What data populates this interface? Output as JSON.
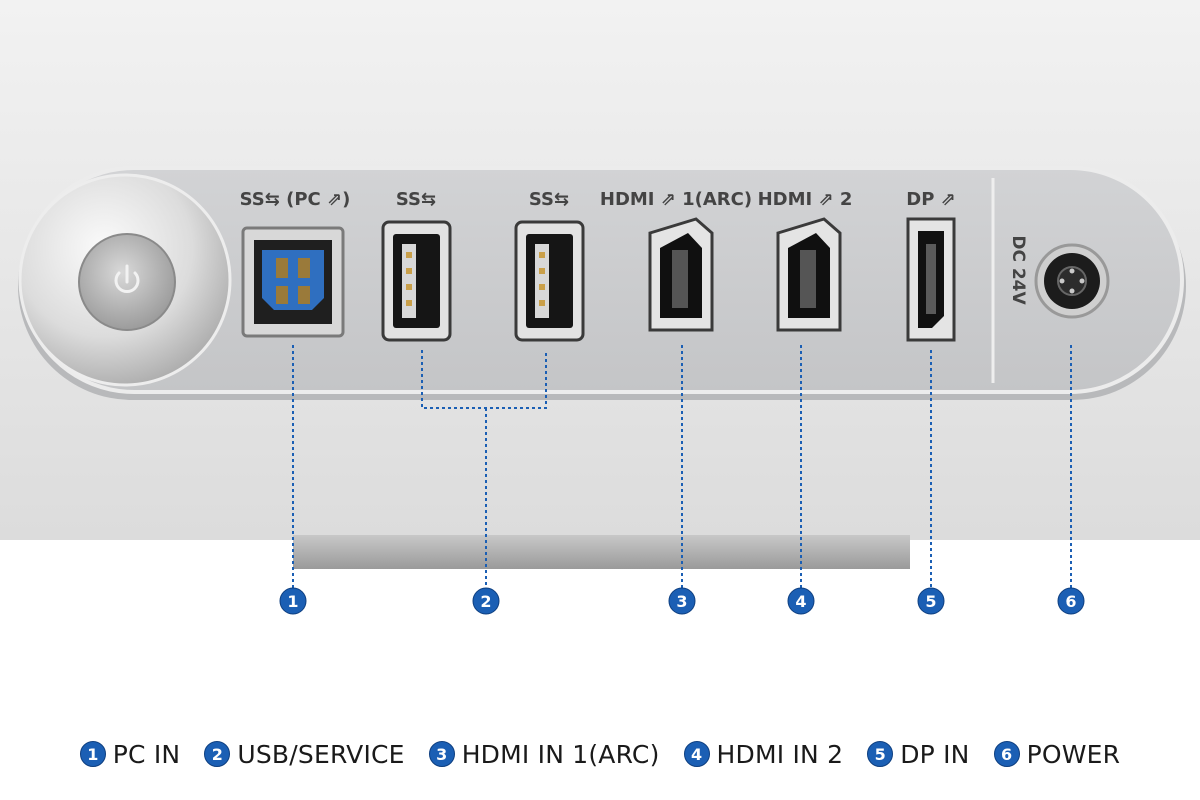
{
  "port_labels": {
    "usb_b": "SS⇆ (PC ⇗)",
    "usb_a1": "SS⇆",
    "usb_a2": "SS⇆",
    "hdmi1": "HDMI ⇗ 1(ARC)",
    "hdmi2": "HDMI ⇗ 2",
    "dp": "DP ⇗",
    "dc": "DC 24V"
  },
  "callouts": [
    "1",
    "2",
    "3",
    "4",
    "5",
    "6"
  ],
  "legend": [
    {
      "num": "1",
      "label": "PC IN"
    },
    {
      "num": "2",
      "label": "USB/SERVICE"
    },
    {
      "num": "3",
      "label": "HDMI IN 1(ARC)"
    },
    {
      "num": "4",
      "label": "HDMI IN 2"
    },
    {
      "num": "5",
      "label": "DP IN"
    },
    {
      "num": "6",
      "label": "POWER"
    }
  ],
  "colors": {
    "accent": "#1b5fb4",
    "usb3_blue": "#2f6fc0"
  },
  "icons": [
    "power-icon"
  ]
}
